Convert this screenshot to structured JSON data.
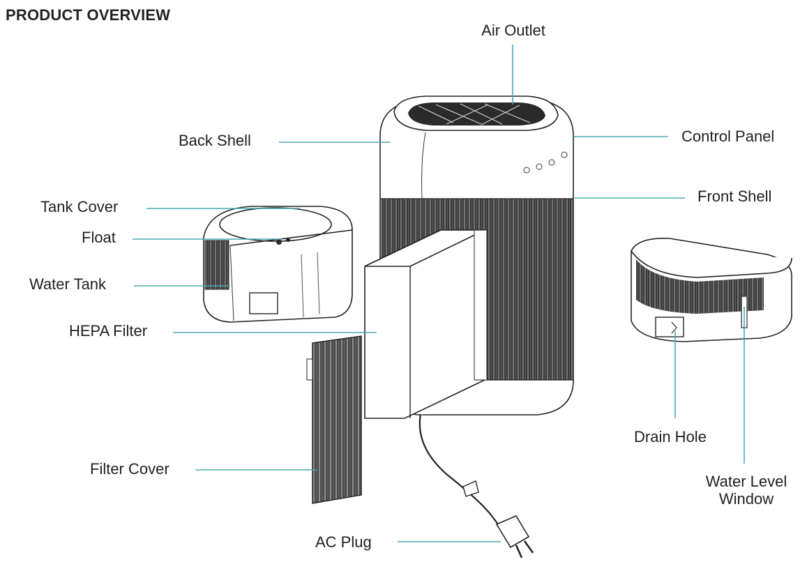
{
  "heading": "PRODUCT OVERVIEW",
  "labels": {
    "air_outlet": "Air Outlet",
    "back_shell": "Back Shell",
    "control_panel": "Control Panel",
    "tank_cover": "Tank Cover",
    "front_shell": "Front Shell",
    "float": "Float",
    "water_tank": "Water Tank",
    "hepa_filter": "HEPA Filter",
    "drain_hole": "Drain Hole",
    "filter_cover": "Filter Cover",
    "water_level_window_line1": "Water Level",
    "water_level_window_line2": "Window",
    "ac_plug": "AC Plug"
  },
  "colors": {
    "leader": "#4aa8b4",
    "ink": "#222222"
  }
}
